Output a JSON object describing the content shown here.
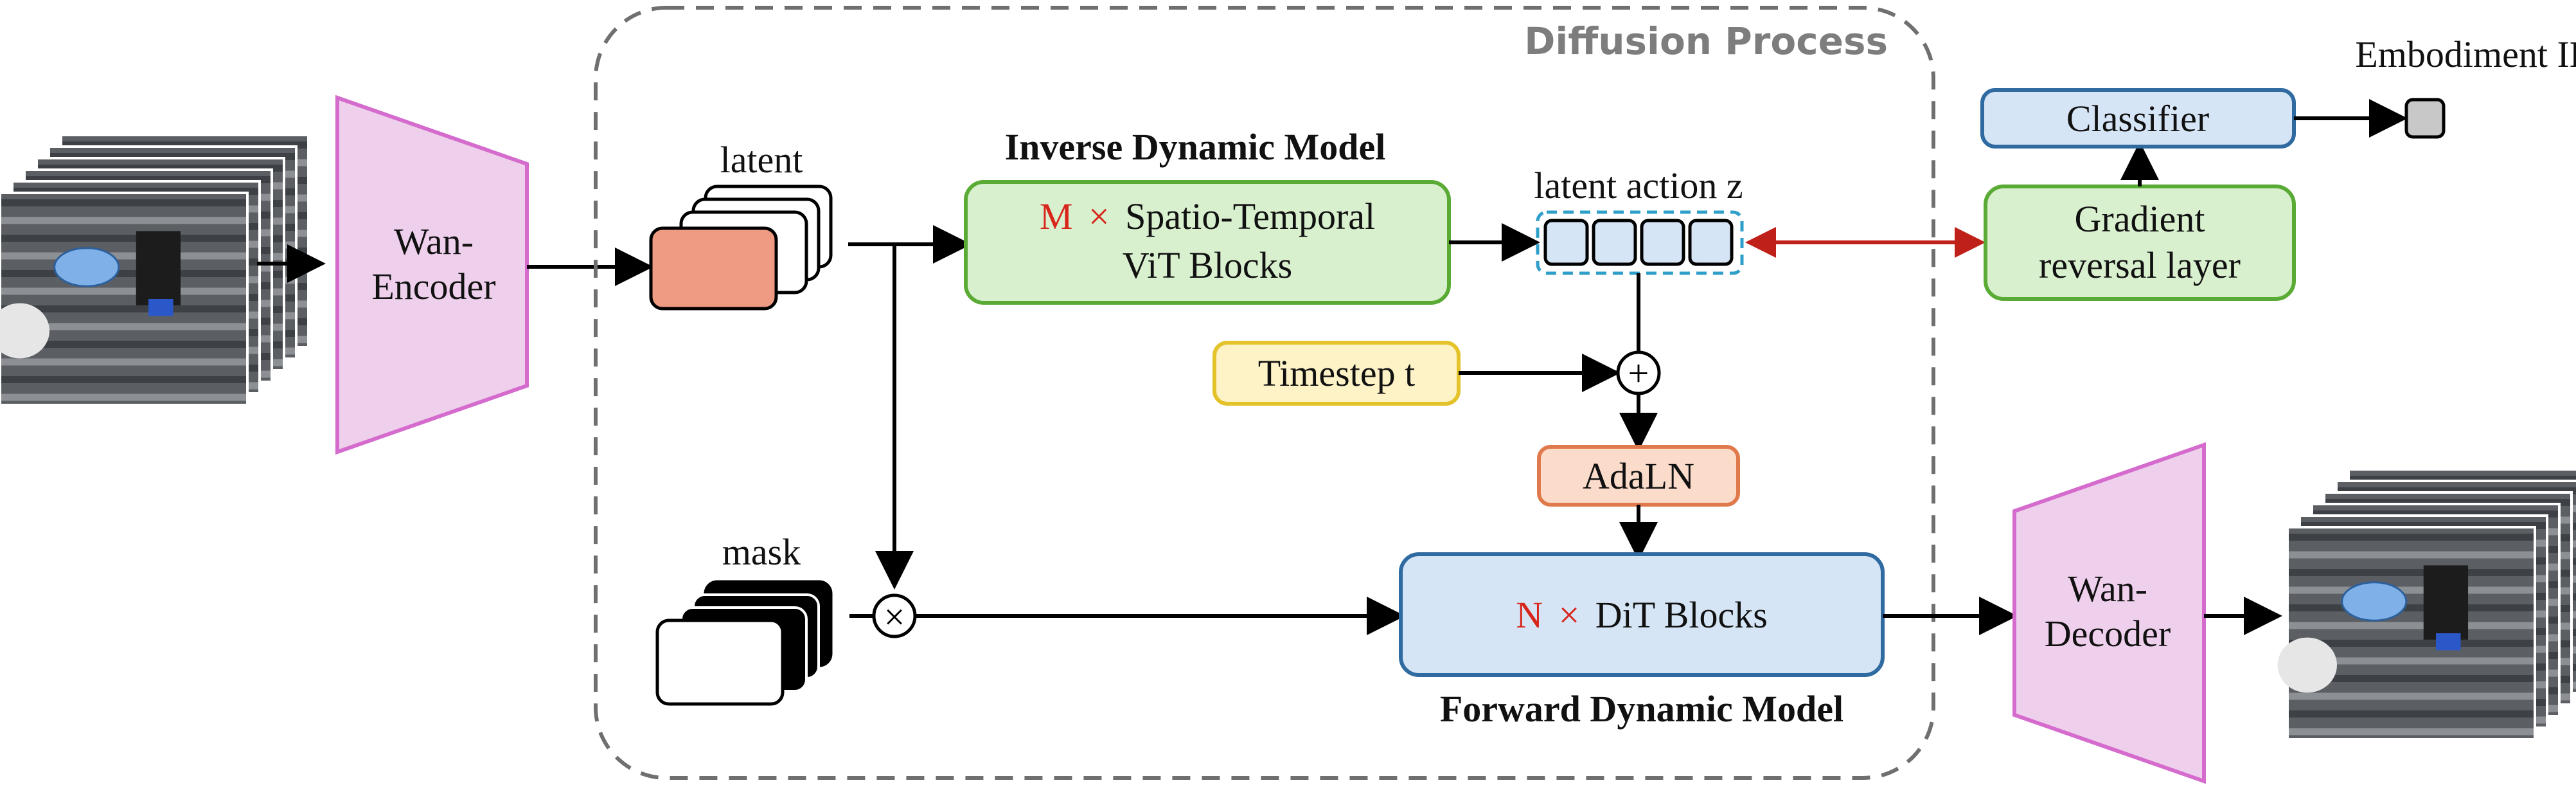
{
  "diagram": {
    "diffusion_title": "Diffusion Process",
    "encoder": {
      "line1": "Wan-",
      "line2": "Encoder"
    },
    "decoder": {
      "line1": "Wan-",
      "line2": "Decoder"
    },
    "latent_label": "latent",
    "mask_label": "mask",
    "inverse_model": {
      "title": "Inverse Dynamic Model",
      "multiplier": "M",
      "times": "×",
      "line1_rest": "Spatio-Temporal",
      "line2": "ViT Blocks"
    },
    "latent_action_label": "latent action z",
    "latent_action_cells": 4,
    "timestep_label": "Timestep t",
    "adaln_label": "AdaLN",
    "forward_model": {
      "title": "Forward Dynamic Model",
      "multiplier": "N",
      "times": "×",
      "rest": "DiT Blocks"
    },
    "classifier_label": "Classifier",
    "grl": {
      "line1": "Gradient",
      "line2": "reversal layer"
    },
    "embodiment_label": "Embodiment ID",
    "plus_symbol": "+",
    "times_symbol": "×",
    "colors": {
      "pink_fill": "#efd0ec",
      "pink_stroke": "#d46bcd",
      "green_fill": "#d9f0cf",
      "green_stroke": "#5aab35",
      "blue_fill": "#d6e5f5",
      "blue_stroke": "#2f6aa0",
      "yellow_fill": "#fdf3c6",
      "yellow_stroke": "#e3c22a",
      "orange_fill": "#fbdccb",
      "orange_stroke": "#e07a4c",
      "latent_front": "#ef9a82",
      "dashed_box": "#6f6f6f",
      "red_arrow": "#c0201a",
      "cyan_dash": "#2e9fc9"
    }
  }
}
